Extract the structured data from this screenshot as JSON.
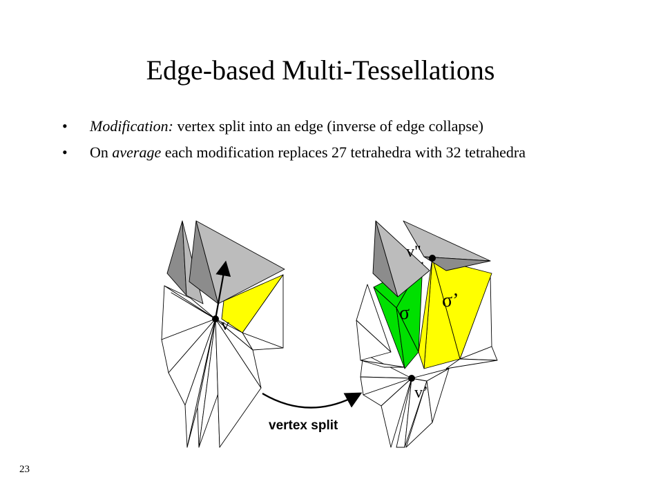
{
  "title": "Edge-based  Multi-Tessellations",
  "bullets": [
    {
      "lead": "Modification:",
      "rest": " vertex split into an edge (inverse of edge collapse)"
    },
    {
      "pre": "On ",
      "em": "average",
      "rest": " each modification  replaces 27  tetrahedra with 32 tetrahedra"
    }
  ],
  "figure": {
    "label_v": "v",
    "label_v_double_prime": "v\"",
    "label_v_prime": "v’",
    "label_sigma": "σ",
    "label_sigma_prime": "σ’",
    "caption": "vertex split"
  },
  "page_number": "23",
  "colors": {
    "dark_gray": "#8c8c8c",
    "light_gray": "#bcbcbc",
    "green": "#00e000",
    "yellow": "#ffff00"
  }
}
